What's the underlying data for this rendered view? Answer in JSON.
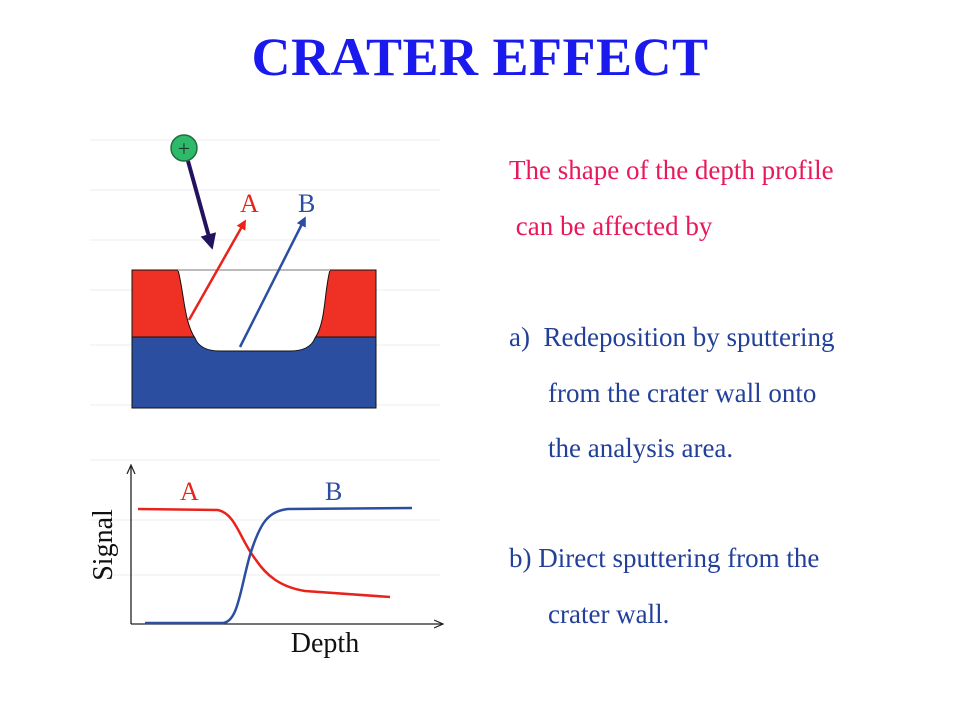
{
  "title": "CRATER EFFECT",
  "diagram": {
    "ion_symbol": "+",
    "label_a": "A",
    "label_b": "B"
  },
  "graph": {
    "label_a": "A",
    "label_b": "B",
    "ylabel": "Signal",
    "xlabel": "Depth"
  },
  "text": {
    "intro_1": "The shape of the depth profile",
    "intro_2": " can be affected by",
    "a_line_1": "a)  Redeposition by sputtering",
    "a_line_2": "from the crater wall onto",
    "a_line_3": "the analysis area.",
    "b_line_1": "b) Direct sputtering from the",
    "b_line_2": "crater wall."
  },
  "colors": {
    "title": "#1a1aee",
    "layer_top": "#ee3124",
    "layer_bottom": "#2b4ea0",
    "ion": "#2fb96b",
    "ion_arrow": "#23135e",
    "text_intro": "#e8185a",
    "text_body": "#22409a"
  }
}
